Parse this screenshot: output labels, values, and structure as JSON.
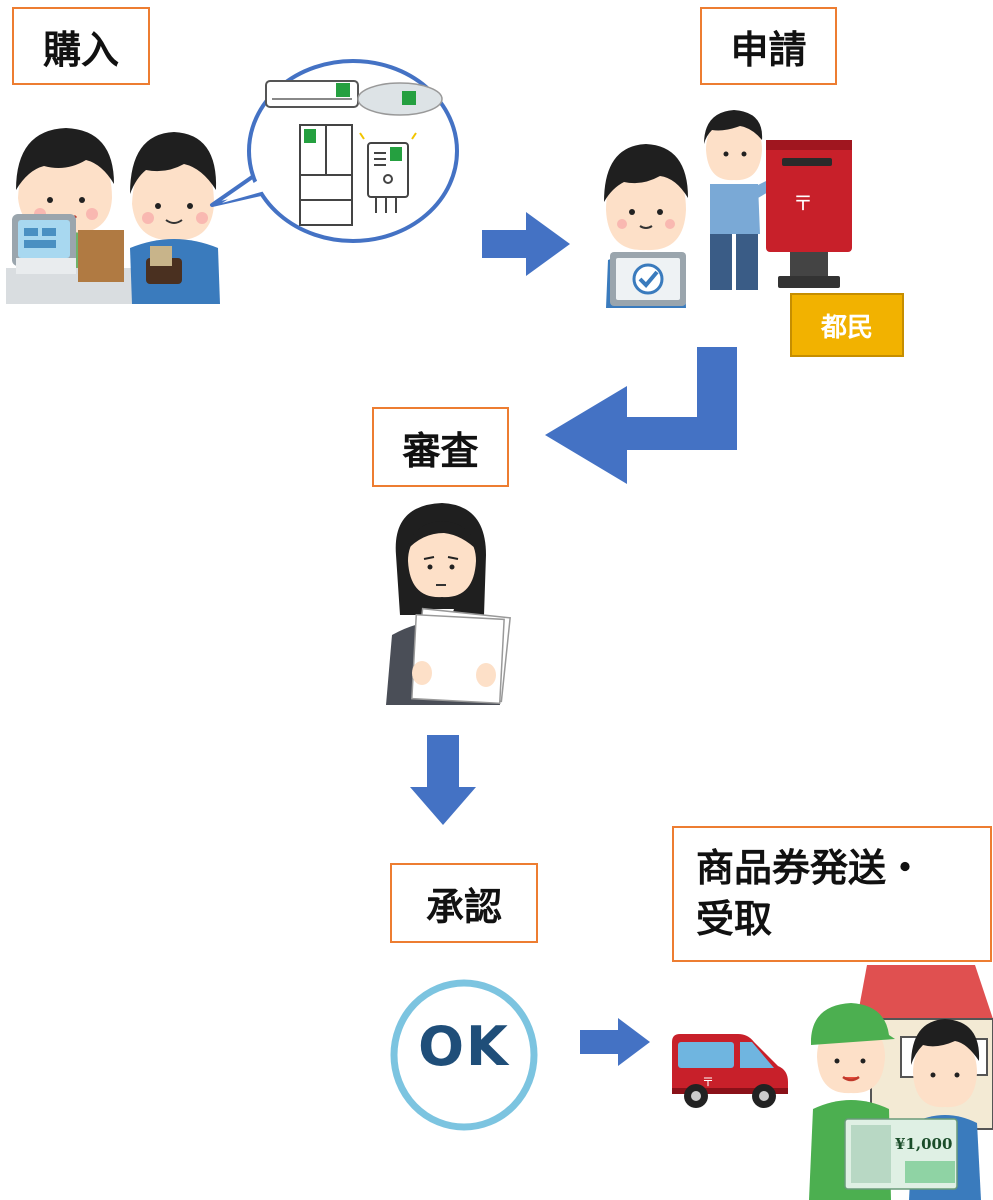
{
  "steps": {
    "purchase": "購入",
    "apply": "申請",
    "review": "審査",
    "approval": "承認",
    "ship_line1": "商品券発送・",
    "ship_line2": "受取"
  },
  "tags": {
    "resident": "都民"
  },
  "stamp": {
    "ok": "OK"
  },
  "voucher": {
    "amount": "¥1,000"
  },
  "colors": {
    "arrow": "#4472c4",
    "label_border": "#ed7d31",
    "tag_fill": "#f2b200",
    "postbox": "#c8202a",
    "ok_ring": "#7cc4e0",
    "ok_text": "#1f4e79"
  },
  "icons": [
    "cashier-scene-icon",
    "appliances-bubble-icon",
    "laptop-person-icon",
    "postbox-person-icon",
    "reviewer-woman-icon",
    "ok-stamp-icon",
    "mail-van-icon",
    "delivery-scene-icon"
  ]
}
